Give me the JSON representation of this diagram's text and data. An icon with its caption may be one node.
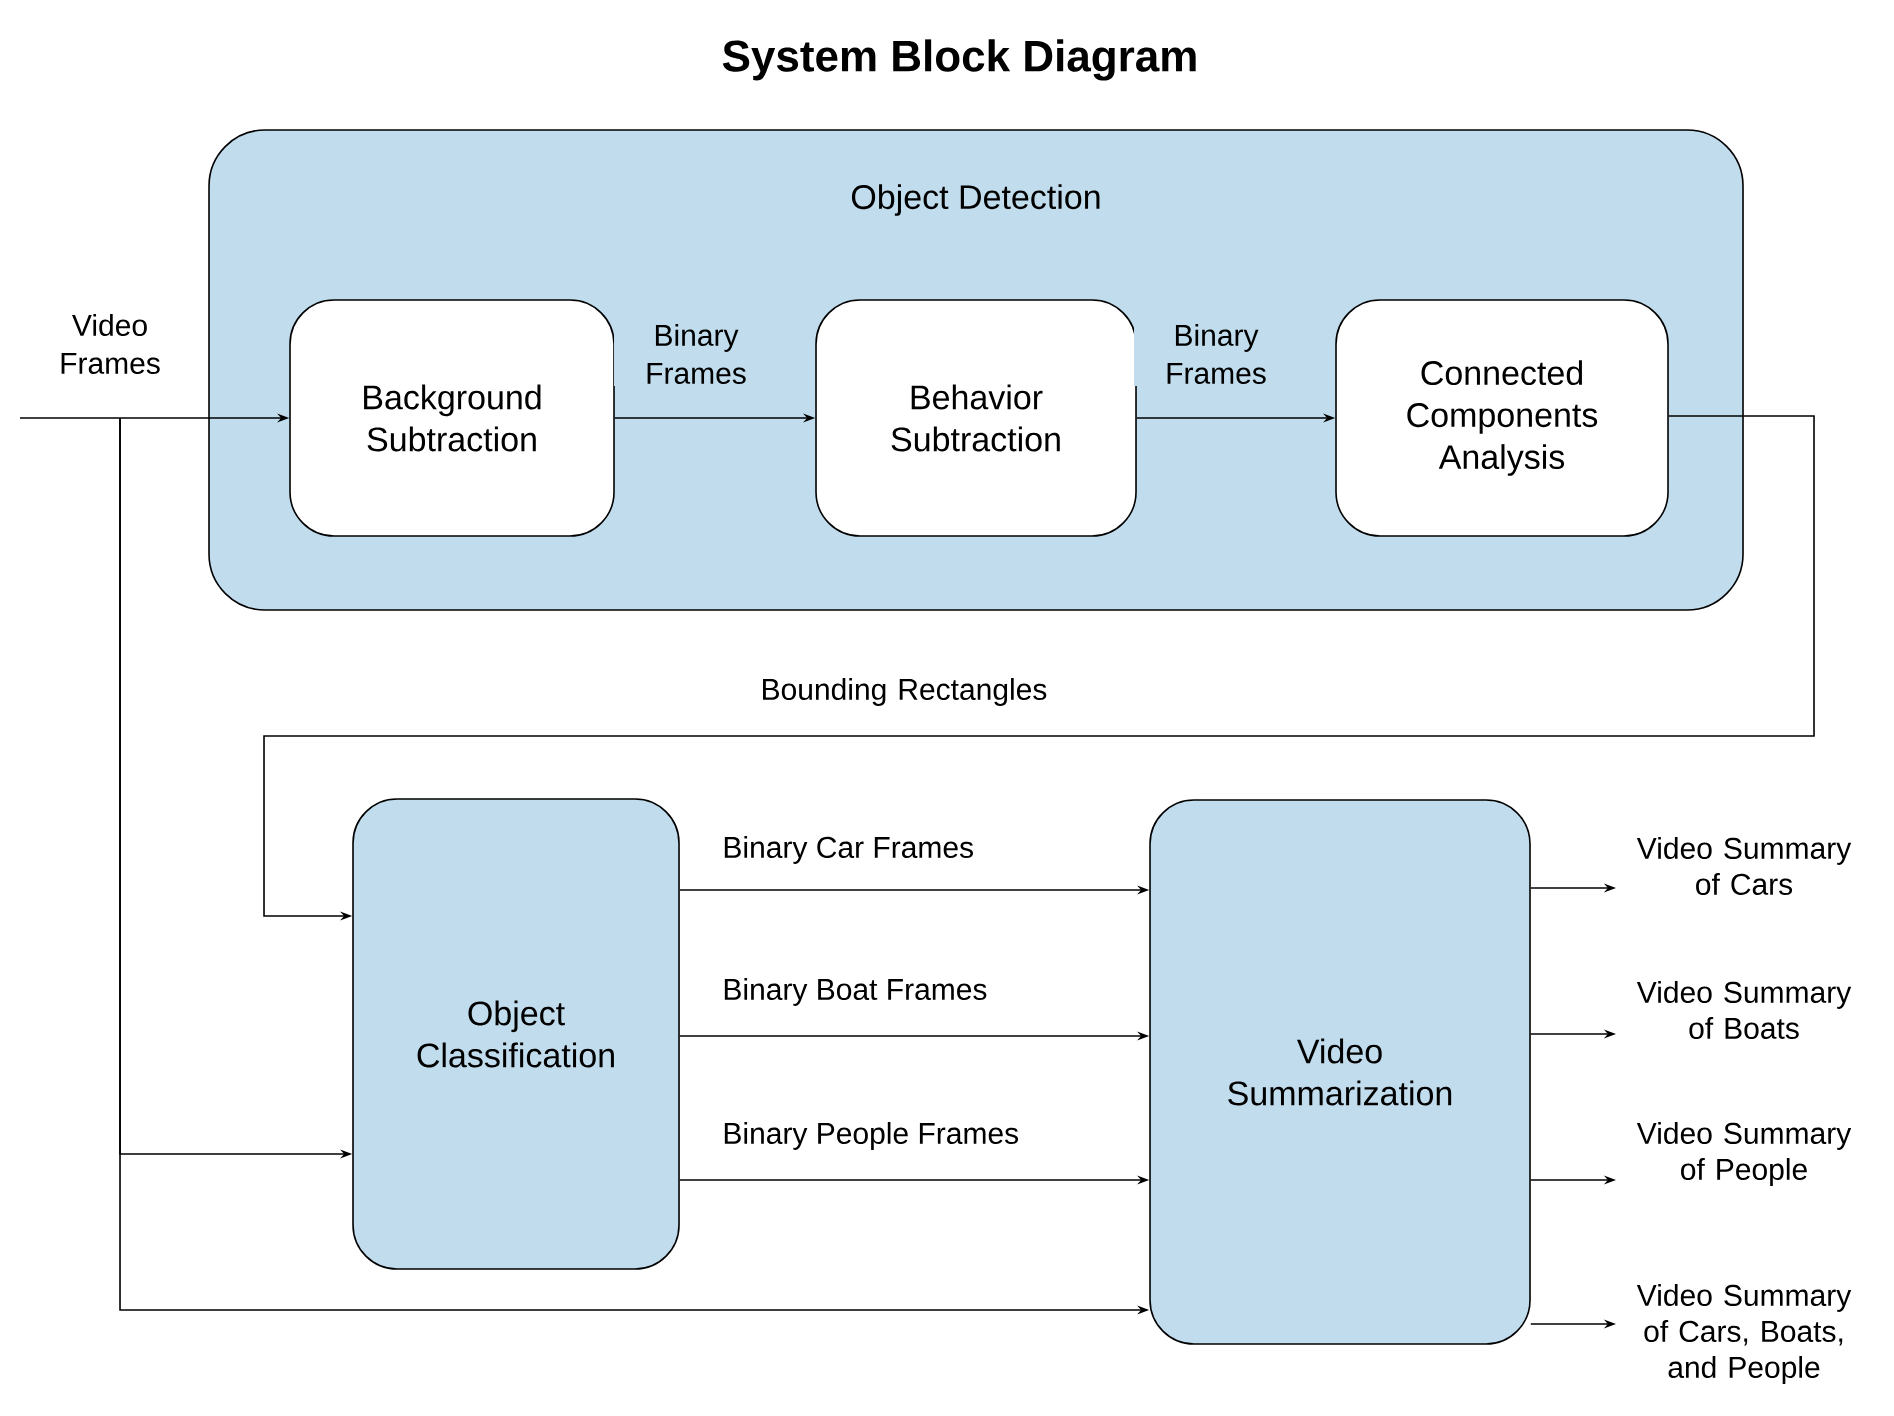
{
  "diagram": {
    "title": "System Block Diagram",
    "nodes": [
      {
        "text": [
          "Object Detection"
        ]
      },
      {
        "text": [
          "Background Subtraction"
        ],
        "in": 0
      },
      {
        "text": [
          "Behavior Subtraction"
        ],
        "in": 0
      },
      {
        "text": [
          "Connected Components Analysis"
        ],
        "in": 0
      },
      {
        "text": [
          "Object Classification"
        ]
      },
      {
        "text": [
          "Video Summarization"
        ]
      },
      {
        "text": [
          "Video Summary of Cars"
        ]
      },
      {
        "text": [
          "Video Summary of Boats"
        ]
      },
      {
        "text": [
          "Video Summary of People"
        ]
      },
      {
        "text": [
          "Video Summary of Cars, Boats, and People"
        ]
      }
    ],
    "edges": [
      {
        "from": null,
        "to": 1,
        "arrow": "to",
        "label": "Video Frames"
      },
      {
        "from": null,
        "to": 4,
        "arrow": "to"
      },
      {
        "from": null,
        "to": 5,
        "arrow": "to"
      },
      {
        "from": 1,
        "to": 2,
        "arrow": "to",
        "label": "Binary Frames"
      },
      {
        "from": 2,
        "to": 3,
        "arrow": "to",
        "label": "Binary Frames"
      },
      {
        "from": 3,
        "to": 4,
        "arrow": "to",
        "label": "Bounding Rectangles"
      },
      {
        "from": 4,
        "to": 5,
        "arrow": "to",
        "label": "Binary Car Frames"
      },
      {
        "from": 4,
        "to": 5,
        "arrow": "to",
        "label": "Binary Boat Frames"
      },
      {
        "from": 4,
        "to": 5,
        "arrow": "to",
        "label": "Binary People Frames"
      },
      {
        "from": 5,
        "to": 6,
        "arrow": "to"
      },
      {
        "from": 5,
        "to": 7,
        "arrow": "to"
      },
      {
        "from": 5,
        "to": 8,
        "arrow": "to"
      },
      {
        "from": 5,
        "to": 9,
        "arrow": "to"
      }
    ]
  }
}
